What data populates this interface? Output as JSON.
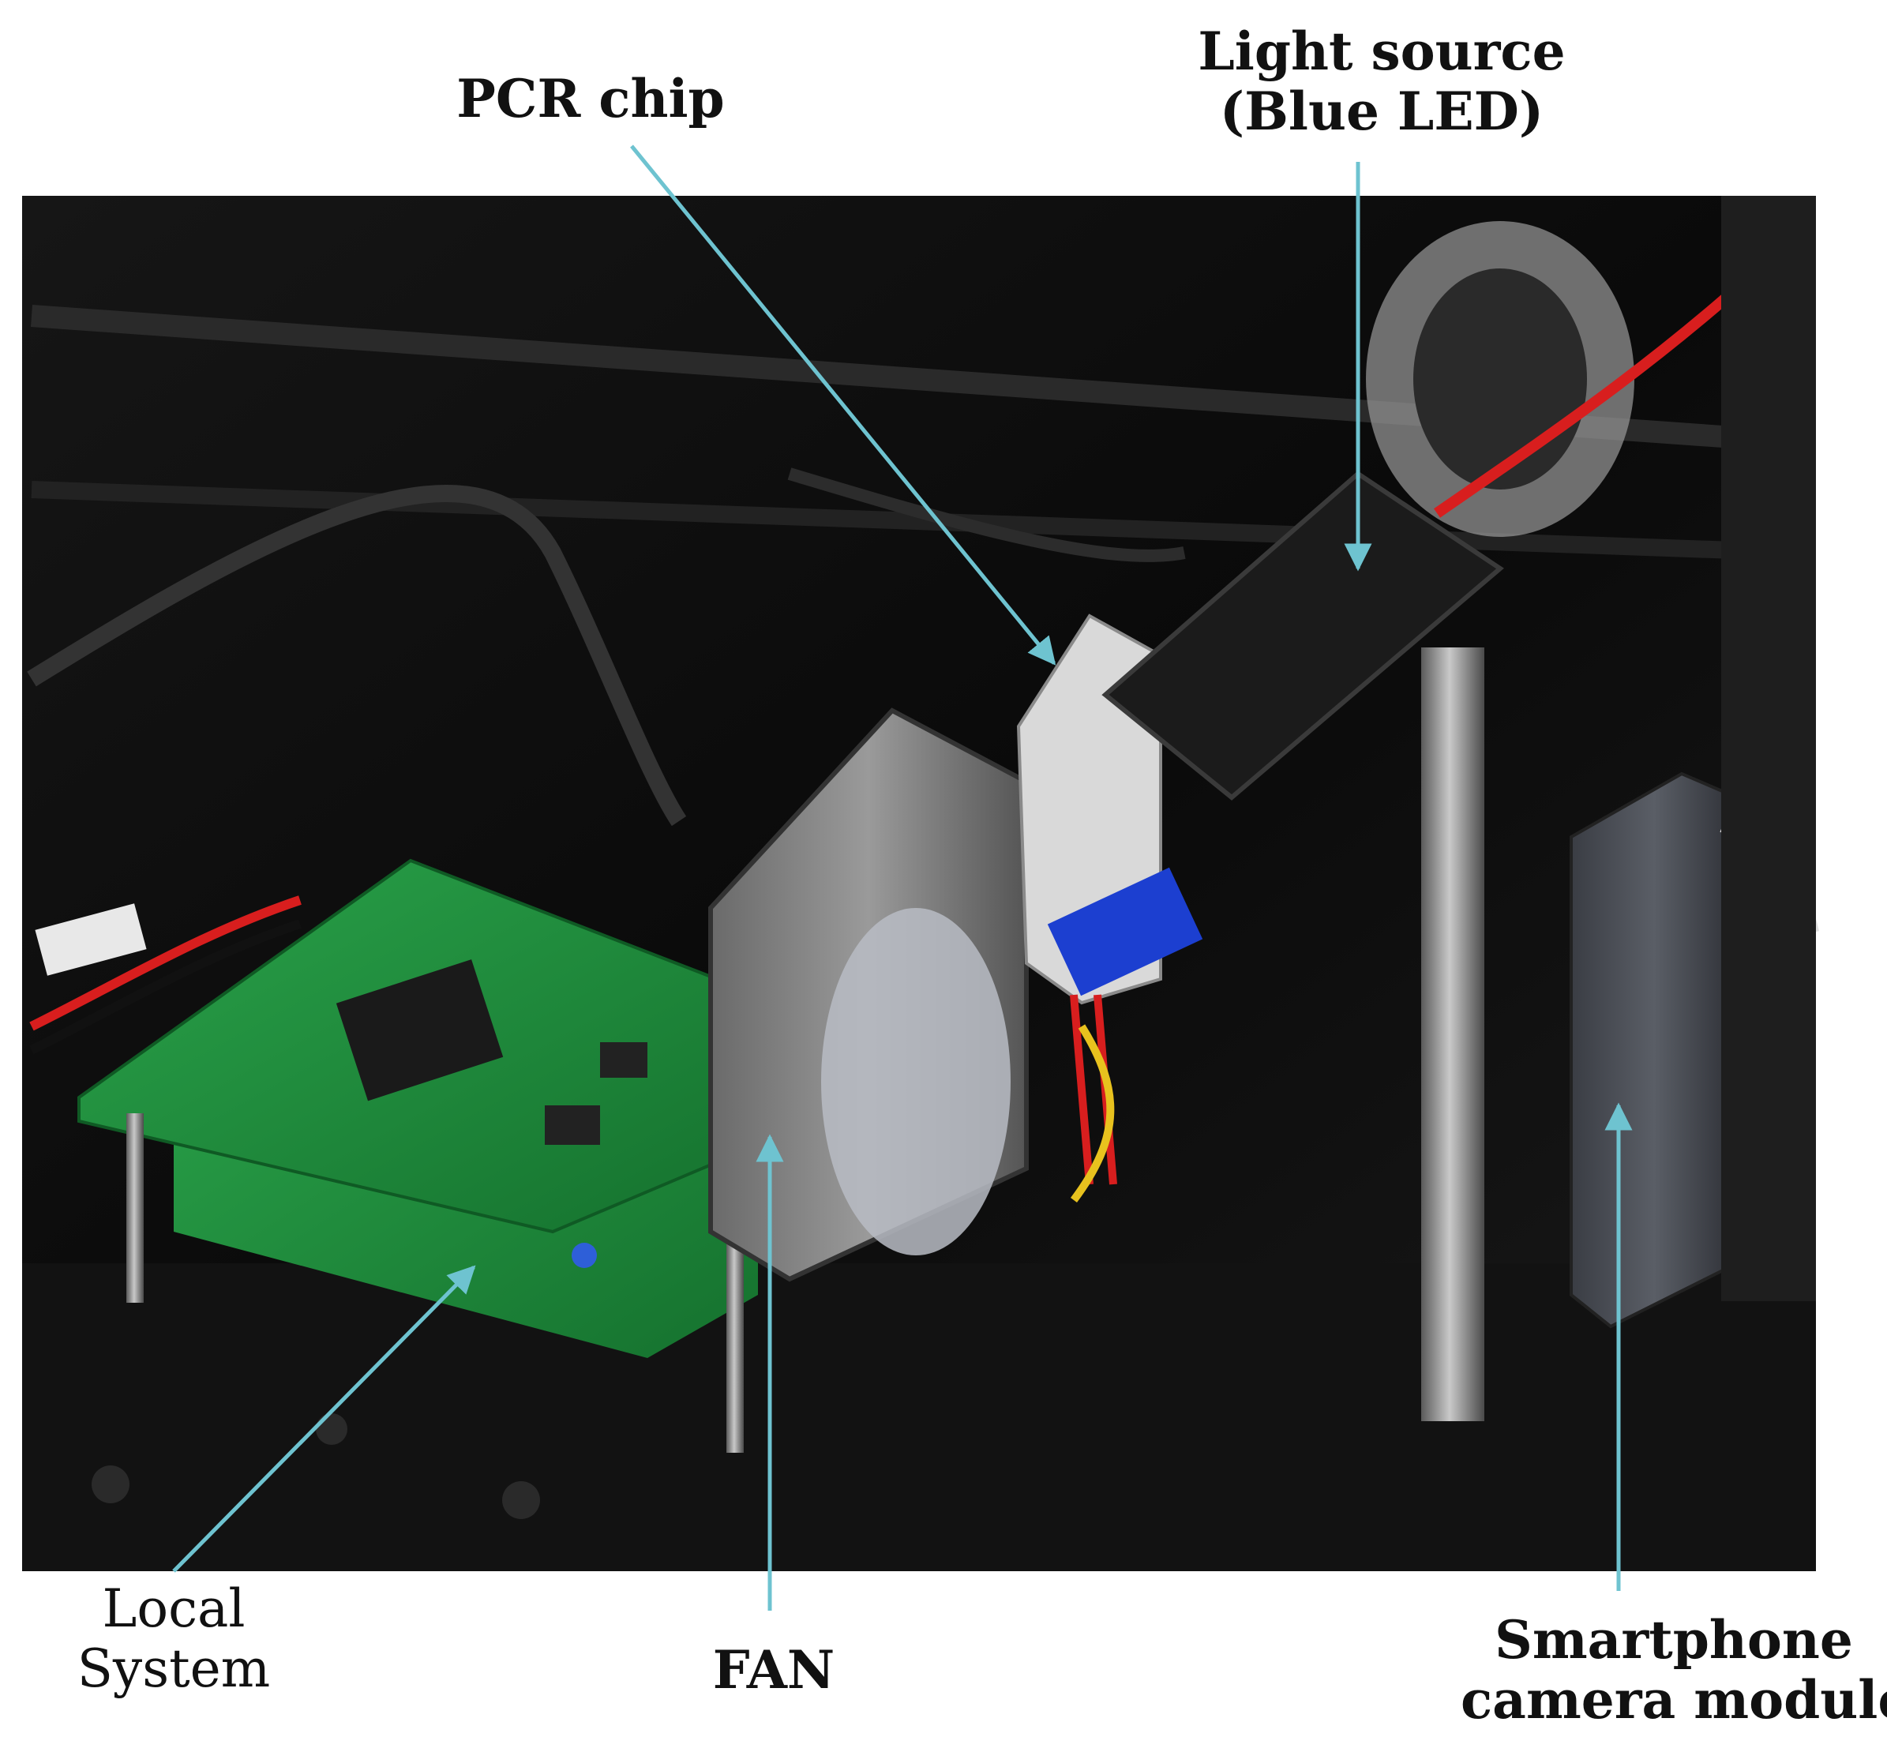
{
  "labels": {
    "pcr_chip": "PCR chip",
    "light_source_line1": "Light source",
    "light_source_line2": "(Blue LED)",
    "local_system_line1": "Local",
    "local_system_line2": "System",
    "fan": "FAN",
    "smartphone_line1": "Smartphone",
    "smartphone_line2": "camera module"
  },
  "colors": {
    "arrow": "#6EC3D0",
    "pcb_green": "#1f8a3a",
    "cable_red": "#d81e1e",
    "connector_blue": "#1c3fd0",
    "enclosure": "#0b0b0b"
  }
}
